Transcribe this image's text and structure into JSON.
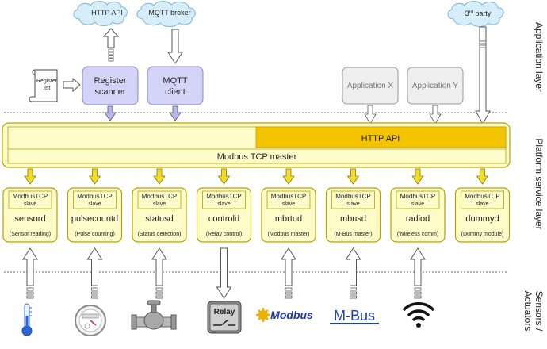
{
  "clouds": {
    "http_api": "HTTP API",
    "mqtt_broker": "MQTT broker",
    "third_party_main": "3",
    "third_party_sup": "rd",
    "third_party_rest": " party"
  },
  "register_list": {
    "line1": "Register",
    "line2": "list"
  },
  "apps": {
    "register_scanner": {
      "line1": "Register",
      "line2": "scanner"
    },
    "mqtt_client": {
      "line1": "MQTT",
      "line2": "client"
    },
    "app_x": "Application X",
    "app_y": "Application Y"
  },
  "layers": {
    "application": "Application layer",
    "platform": "Platform service layer",
    "sensors_line1": "Sensors /",
    "sensors_line2": "Actuators"
  },
  "platform": {
    "http_api": "HTTP API",
    "modbus_master": "Modbus TCP master"
  },
  "modules": [
    {
      "header1": "ModbusTCP",
      "header2": "slave",
      "name": "sensord",
      "desc": "(Sensor reading)"
    },
    {
      "header1": "ModbusTCP",
      "header2": "slave",
      "name": "pulsecountd",
      "desc": "(Pulse counting)"
    },
    {
      "header1": "ModbusTCP",
      "header2": "slave",
      "name": "statusd",
      "desc": "(Status detection)"
    },
    {
      "header1": "ModbusTCP",
      "header2": "slave",
      "name": "controld",
      "desc": "(Relay control)"
    },
    {
      "header1": "ModbusTCP",
      "header2": "slave",
      "name": "mbrtud",
      "desc": "(Modbus master)"
    },
    {
      "header1": "ModbusTCP",
      "header2": "slave",
      "name": "mbusd",
      "desc": "(M-Bus master)"
    },
    {
      "header1": "ModbusTCP",
      "header2": "slave",
      "name": "radiod",
      "desc": "(Wireless comm)"
    },
    {
      "header1": "ModbusTCP",
      "header2": "slave",
      "name": "dummyd",
      "desc": "(Dummy module)"
    }
  ],
  "devices": {
    "icons": [
      "thermometer-icon",
      "pulse-meter-icon",
      "valve-icon",
      "relay-icon",
      "modbus-logo-icon",
      "mbus-logo-icon",
      "wifi-icon"
    ],
    "relay_label": "Relay",
    "modbus_label": "Modbus",
    "mbus_label": "M-Bus"
  },
  "colors": {
    "yellow_fill": "#fdfbc8",
    "yellow_border": "#b7a300",
    "orange_fill": "#f5c400",
    "purple_fill": "#d3d3f7",
    "purple_border": "#8a8ac4",
    "gray_fill": "#efefef",
    "cloud_fill": "#d6eefa",
    "cloud_border": "#7bb4d8",
    "arrow_fill_yellow": "#f2dd2b",
    "arrow_fill_purple": "#b8b8f0",
    "modbus_blue": "#1d3aa5",
    "mbus_blue": "#1a3fb8"
  }
}
